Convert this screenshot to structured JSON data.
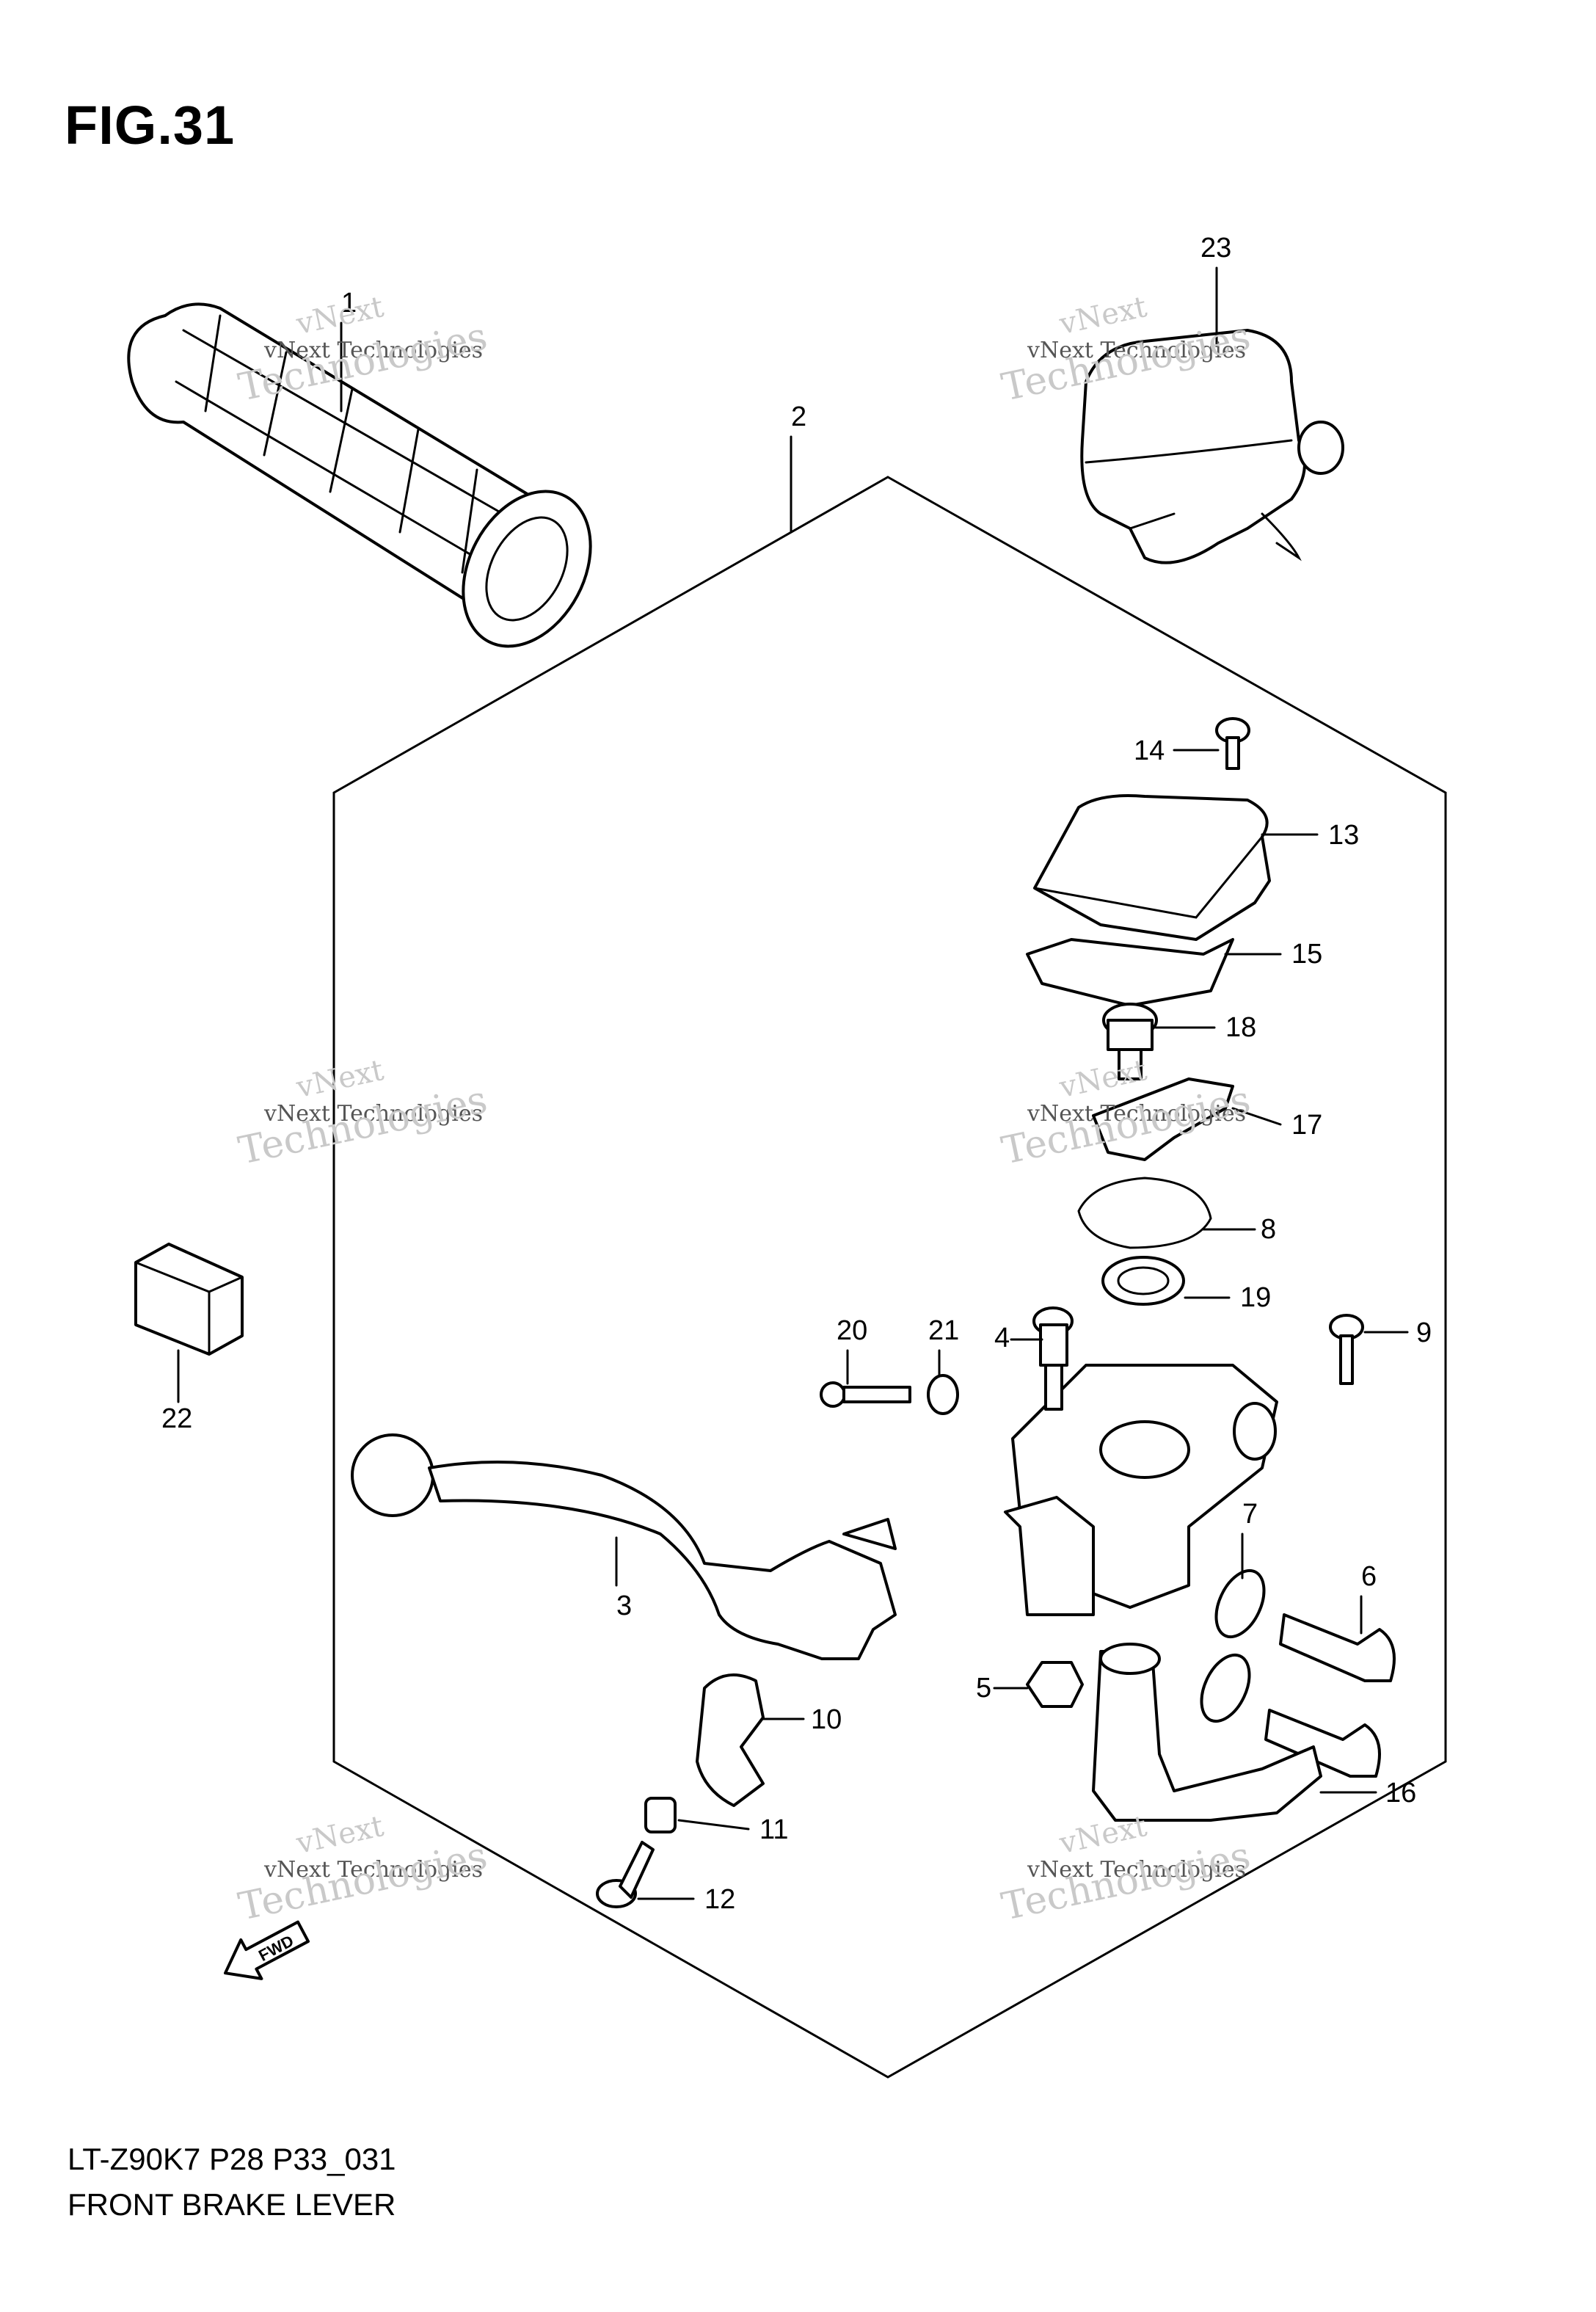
{
  "figure": {
    "title": "FIG.31",
    "model_code": "LT-Z90K7 P28 P33_031",
    "caption": "FRONT BRAKE LEVER"
  },
  "watermark": {
    "line1": "vNext",
    "line2": "vNext Technologies",
    "line3": "Technologies"
  },
  "fwd_label": "FWD",
  "callouts": [
    {
      "id": "c1",
      "label": "1"
    },
    {
      "id": "c2",
      "label": "2"
    },
    {
      "id": "c3",
      "label": "3"
    },
    {
      "id": "c4",
      "label": "4"
    },
    {
      "id": "c5",
      "label": "5"
    },
    {
      "id": "c6",
      "label": "6"
    },
    {
      "id": "c7",
      "label": "7"
    },
    {
      "id": "c8",
      "label": "8"
    },
    {
      "id": "c9",
      "label": "9"
    },
    {
      "id": "c10",
      "label": "10"
    },
    {
      "id": "c11",
      "label": "11"
    },
    {
      "id": "c12",
      "label": "12"
    },
    {
      "id": "c13",
      "label": "13"
    },
    {
      "id": "c14",
      "label": "14"
    },
    {
      "id": "c15",
      "label": "15"
    },
    {
      "id": "c16",
      "label": "16"
    },
    {
      "id": "c17",
      "label": "17"
    },
    {
      "id": "c18",
      "label": "18"
    },
    {
      "id": "c19",
      "label": "19"
    },
    {
      "id": "c20",
      "label": "20"
    },
    {
      "id": "c21",
      "label": "21"
    },
    {
      "id": "c22",
      "label": "22"
    },
    {
      "id": "c23",
      "label": "23"
    }
  ]
}
